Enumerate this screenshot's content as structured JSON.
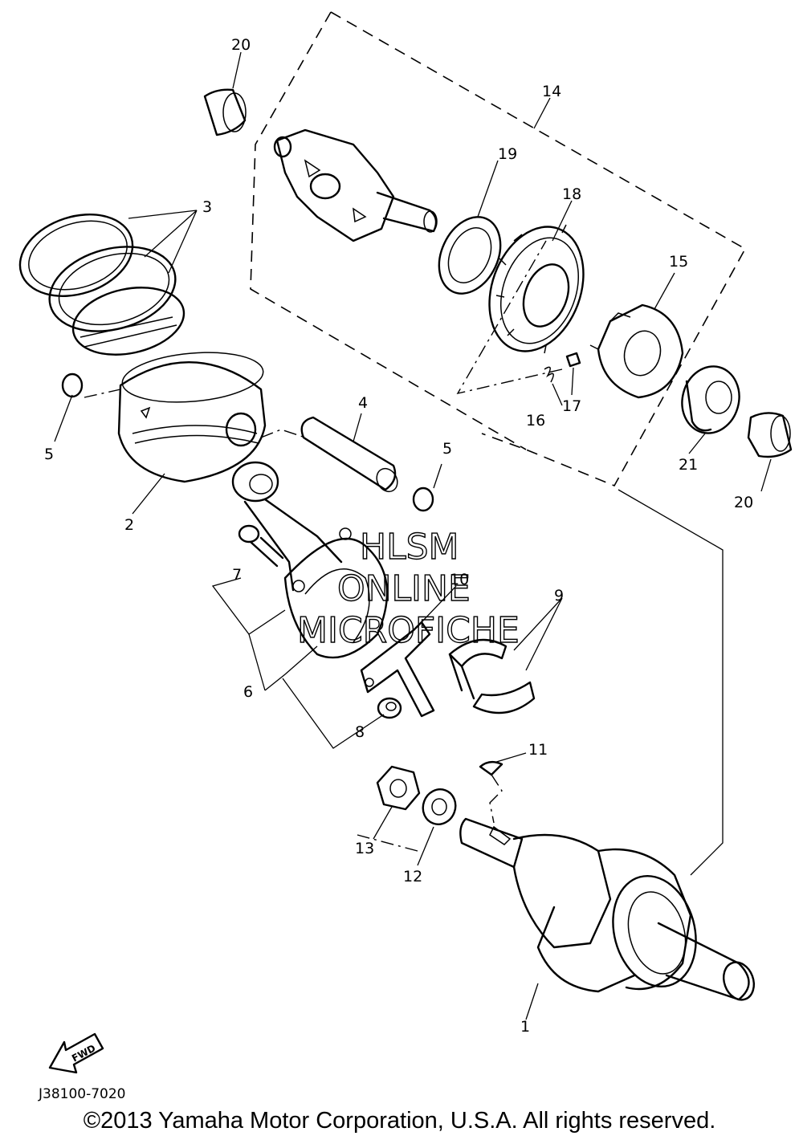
{
  "diagram": {
    "callouts": {
      "c1": "1",
      "c2": "2",
      "c3": "3",
      "c4": "4",
      "c5a": "5",
      "c5b": "5",
      "c6": "6",
      "c7": "7",
      "c8": "8",
      "c9": "9",
      "c10": "10",
      "c11": "11",
      "c12": "12",
      "c13": "13",
      "c14": "14",
      "c15": "15",
      "c16": "16",
      "c17": "17",
      "c18": "18",
      "c19": "19",
      "c20a": "20",
      "c20b": "20",
      "c21": "21"
    },
    "fwd_label": "FWD",
    "watermark": [
      "HLSM",
      "ONLINE",
      "MICROFICHE"
    ],
    "figure_code": "J38100-7020"
  },
  "footer": {
    "copyright": "©2013 Yamaha Motor Corporation, U.S.A. All rights reserved."
  }
}
